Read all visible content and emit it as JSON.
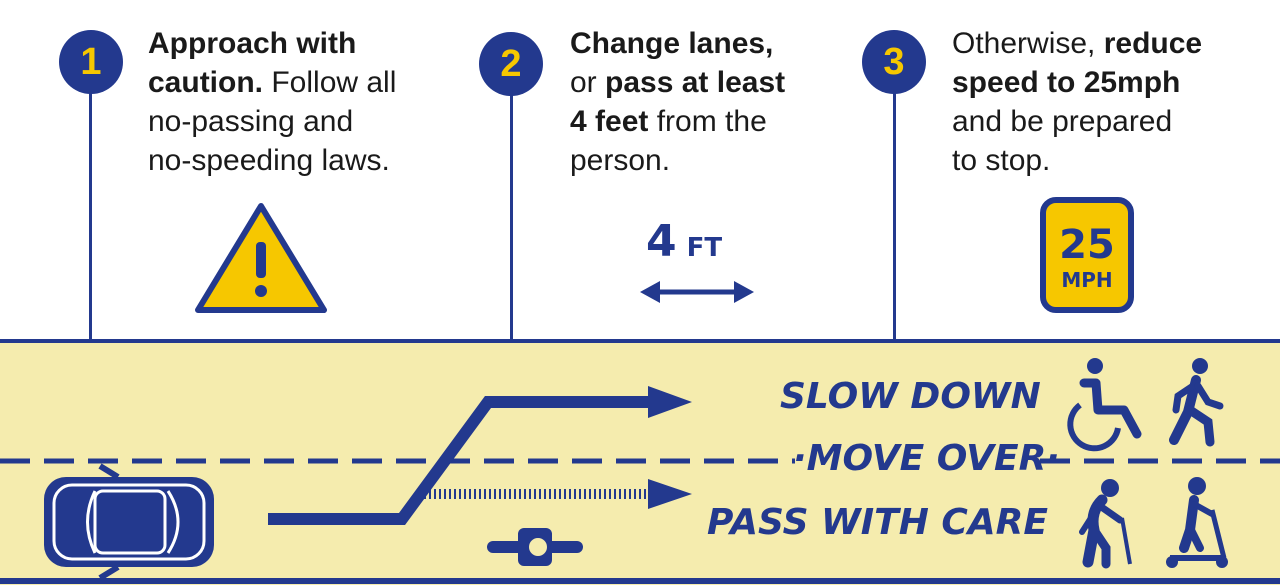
{
  "steps": [
    {
      "number": "1",
      "lines": [
        [
          {
            "t": "Approach with",
            "b": true
          }
        ],
        [
          {
            "t": "caution.",
            "b": true
          },
          {
            "t": " Follow all",
            "b": false
          }
        ],
        [
          {
            "t": "no-passing and",
            "b": false
          }
        ],
        [
          {
            "t": "no-speeding laws.",
            "b": false
          }
        ]
      ]
    },
    {
      "number": "2",
      "lines": [
        [
          {
            "t": "Change lanes,",
            "b": true
          }
        ],
        [
          {
            "t": "or ",
            "b": false
          },
          {
            "t": "pass at least",
            "b": true
          }
        ],
        [
          {
            "t": "4 feet",
            "b": true
          },
          {
            "t": " from the",
            "b": false
          }
        ],
        [
          {
            "t": "person.",
            "b": false
          }
        ]
      ]
    },
    {
      "number": "3",
      "lines": [
        [
          {
            "t": "Otherwise, ",
            "b": false
          },
          {
            "t": "reduce",
            "b": true
          }
        ],
        [
          {
            "t": "speed to 25mph",
            "b": true
          }
        ],
        [
          {
            "t": "and be prepared",
            "b": false
          }
        ],
        [
          {
            "t": "to stop.",
            "b": false
          }
        ]
      ]
    }
  ],
  "distance": {
    "value": "4",
    "unit": "FT"
  },
  "speed_sign": {
    "value": "25",
    "unit": "MPH"
  },
  "road_labels": {
    "slow_down": "SLOW DOWN",
    "move_over": "·MOVE OVER·",
    "pass_with_care": "PASS WITH CARE"
  },
  "icons": {
    "warning": "warning-icon",
    "car": "car-icon",
    "bicycle": "bicyclist-icon",
    "wheelchair": "wheelchair-user-icon",
    "pedestrian": "pedestrian-icon",
    "elderly": "elderly-pedestrian-icon",
    "scooter": "scooter-rider-icon"
  },
  "colors": {
    "navy": "#23398e",
    "yellow": "#f6c700",
    "road": "#f5ecae"
  }
}
